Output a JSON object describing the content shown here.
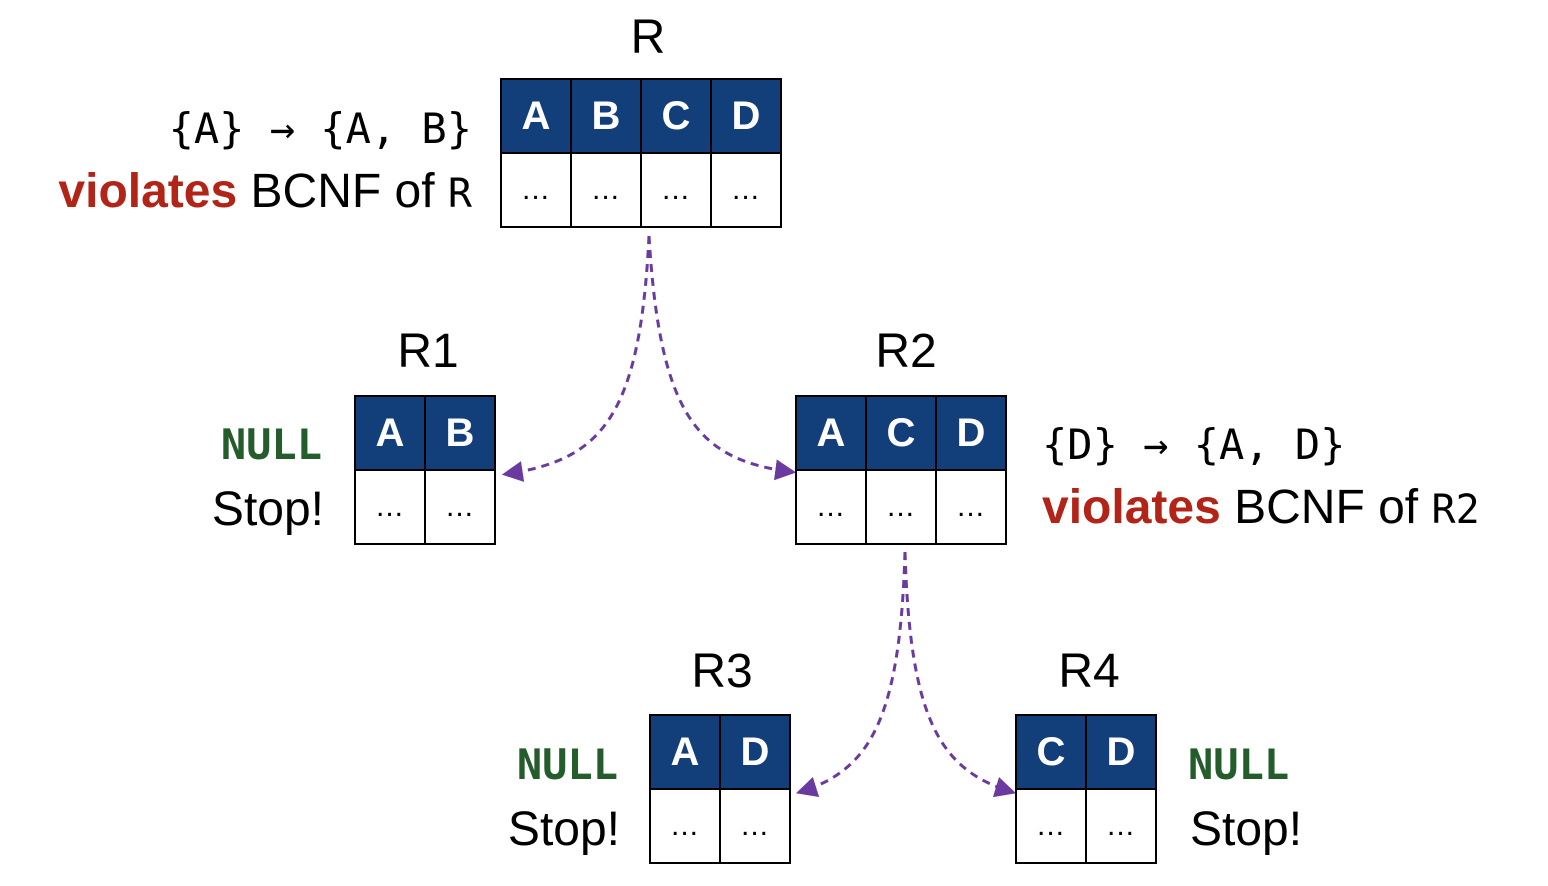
{
  "colors": {
    "header_fill": "#123f7a",
    "header_text": "#ffffff",
    "violates": "#b22318",
    "null": "#245c2c",
    "arrow": "#6b3aa0"
  },
  "relations": {
    "R": {
      "title": "R",
      "attrs": [
        "A",
        "B",
        "C",
        "D"
      ],
      "cells": [
        "...",
        "...",
        "...",
        "..."
      ]
    },
    "R1": {
      "title": "R1",
      "attrs": [
        "A",
        "B"
      ],
      "cells": [
        "...",
        "..."
      ]
    },
    "R2": {
      "title": "R2",
      "attrs": [
        "A",
        "C",
        "D"
      ],
      "cells": [
        "...",
        "...",
        "..."
      ]
    },
    "R3": {
      "title": "R3",
      "attrs": [
        "A",
        "D"
      ],
      "cells": [
        "...",
        "..."
      ]
    },
    "R4": {
      "title": "R4",
      "attrs": [
        "C",
        "D"
      ],
      "cells": [
        "...",
        "..."
      ]
    }
  },
  "annotations": {
    "R": {
      "fd": "{A} → {A, B}",
      "violates_word": "violates",
      "violates_rest": "BCNF of",
      "relation_ref": "R"
    },
    "R2": {
      "fd": "{D} → {A, D}",
      "violates_word": "violates",
      "violates_rest": "BCNF of",
      "relation_ref": "R2"
    },
    "R1": {
      "null": "NULL",
      "stop": "Stop!"
    },
    "R3": {
      "null": "NULL",
      "stop": "Stop!"
    },
    "R4": {
      "null": "NULL",
      "stop": "Stop!"
    }
  }
}
